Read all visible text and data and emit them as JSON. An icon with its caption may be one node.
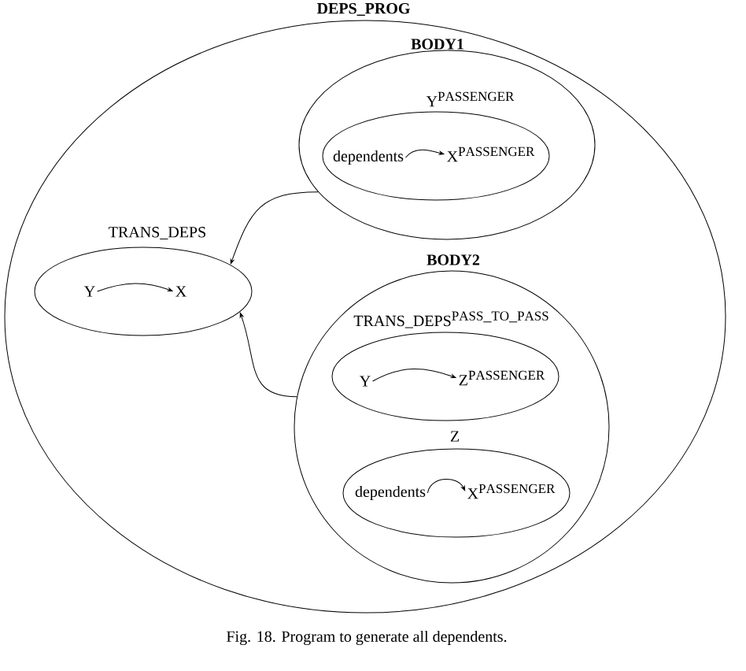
{
  "diagram": {
    "caption": "Fig. 18. Program to generate all dependents.",
    "nodes": [
      {
        "text": [
          "DEPS_PROG"
        ]
      },
      {
        "text": [
          "BODY1"
        ],
        "in": 0
      },
      {
        "text": [
          "Y^{PASSENGER}"
        ],
        "in": 1
      },
      {
        "text": [
          "dependents"
        ],
        "in": 2
      },
      {
        "text": [
          "X^{PASSENGER}"
        ],
        "in": 2
      },
      {
        "text": [
          "TRANS_DEPS"
        ],
        "in": 0
      },
      {
        "text": [
          "Y"
        ],
        "in": 5
      },
      {
        "text": [
          "X"
        ],
        "in": 5
      },
      {
        "text": [
          "BODY2"
        ],
        "in": 0
      },
      {
        "text": [
          "TRANS\\_DEPS^{PASS\\_TO\\_PASS}"
        ],
        "in": 8
      },
      {
        "text": [
          "Y"
        ],
        "in": 9
      },
      {
        "text": [
          "Z^{PASSENGER}"
        ],
        "in": 9
      },
      {
        "text": [
          "Z"
        ],
        "in": 8
      },
      {
        "text": [
          "dependents"
        ],
        "in": 12
      },
      {
        "text": [
          "X^{PASSENGER}"
        ],
        "in": 12
      }
    ],
    "edges": [
      {
        "from": 3,
        "to": 4,
        "arrow": "to"
      },
      {
        "from": 6,
        "to": 7,
        "arrow": "to"
      },
      {
        "from": 10,
        "to": 11,
        "arrow": "to"
      },
      {
        "from": 13,
        "to": 14,
        "arrow": "to"
      },
      {
        "from": 1,
        "to": 5,
        "arrow": "to"
      },
      {
        "from": 8,
        "to": 5,
        "arrow": "to"
      }
    ]
  }
}
